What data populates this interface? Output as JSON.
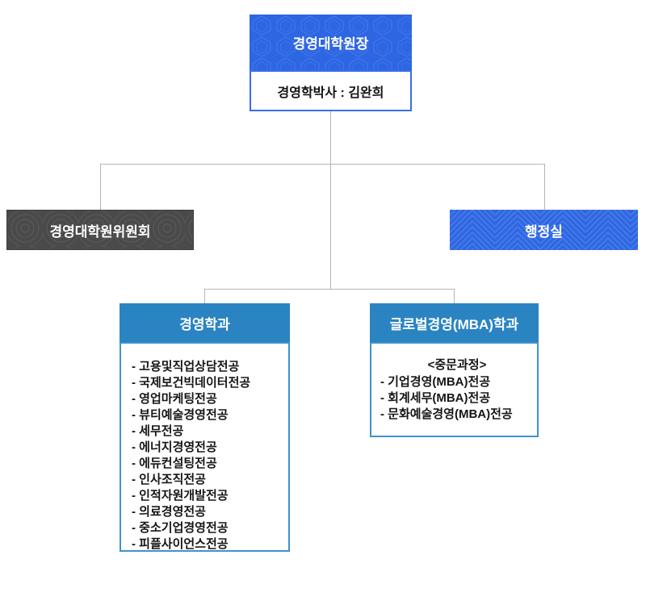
{
  "org_chart": {
    "root": {
      "title": "경영대학원장",
      "subtitle": "경영학박사 : 김완희"
    },
    "committee": {
      "label": "경영대학원위원회"
    },
    "admin_office": {
      "label": "행정실"
    },
    "dept_management": {
      "title": "경영학과",
      "majors": [
        "- 고용및직업상담전공",
        "- 국제보건빅데이터전공",
        "- 영업마케팅전공",
        "- 뷰티예술경영전공",
        "- 세무전공",
        "- 에너지경영전공",
        "- 에듀컨설팅전공",
        "- 인사조직전공",
        "- 인적자원개발전공",
        "- 의료경영전공",
        "- 중소기업경영전공",
        "- 피플사이언스전공"
      ]
    },
    "dept_global_mba": {
      "title": "글로벌경영(MBA)학과",
      "note": "<중문과정>",
      "majors": [
        "- 기업경영(MBA)전공",
        "- 회계세무(MBA)전공",
        "- 문화예술경영(MBA)전공"
      ]
    },
    "colors": {
      "royal_blue": "#2d66e3",
      "steel_blue": "#2b84c2",
      "dark_gray": "#4a4a4a",
      "line_gray": "#b4b4b4",
      "content_border_blue": "#3d93cc"
    }
  }
}
